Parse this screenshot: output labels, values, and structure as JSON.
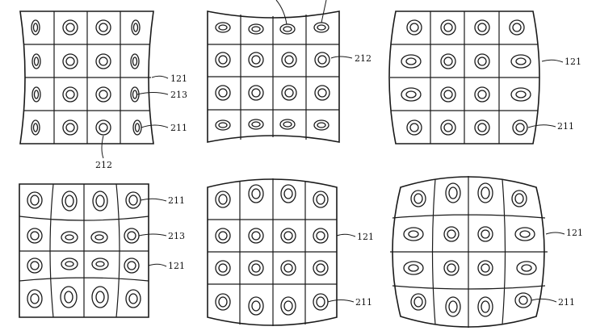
{
  "panels": [
    {
      "id": "top-left",
      "labels": [
        "121",
        "213",
        "211"
      ],
      "below_label": "212"
    },
    {
      "id": "top-center",
      "labels": [
        "212"
      ]
    },
    {
      "id": "top-right",
      "labels": [
        "121",
        "211"
      ]
    },
    {
      "id": "bottom-left",
      "labels": [
        "211",
        "213",
        "121"
      ]
    },
    {
      "id": "bottom-center",
      "labels": [
        "121",
        "211"
      ]
    },
    {
      "id": "bottom-right",
      "labels": [
        "121",
        "211"
      ]
    }
  ]
}
